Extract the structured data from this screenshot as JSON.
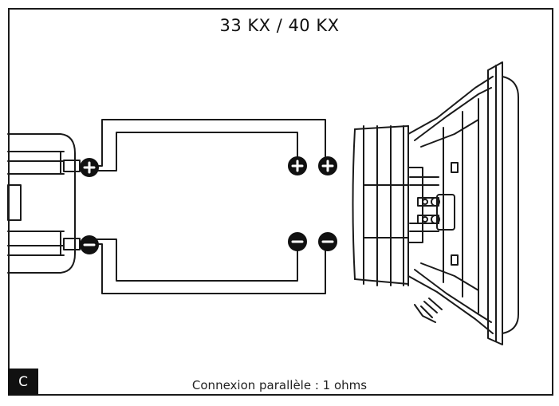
{
  "title": "33 KX / 40 KX",
  "caption": "Connexion parallèle : 1 ohms",
  "badge": "C",
  "colors": {
    "line": "#1a1a1a",
    "terminal": "#111111",
    "background": "#ffffff"
  },
  "icons": {
    "amp_positive": "plus-terminal-icon",
    "amp_negative": "minus-terminal-icon",
    "speaker_positive": "plus-terminal-icon",
    "speaker_negative": "minus-terminal-icon"
  }
}
